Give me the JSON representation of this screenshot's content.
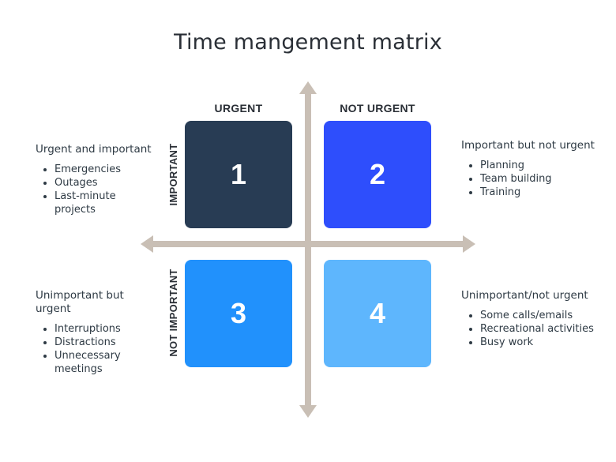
{
  "title": "Time mangement matrix",
  "axes": {
    "top": "URGENT",
    "top_right": "NOT URGENT",
    "left_top": "IMPORTANT",
    "left_bottom": "NOT IMPORTANT"
  },
  "quadrants": [
    {
      "number": "1",
      "color": "#283c54"
    },
    {
      "number": "2",
      "color": "#2e4efc"
    },
    {
      "number": "3",
      "color": "#2191fc"
    },
    {
      "number": "4",
      "color": "#5eb6fd"
    }
  ],
  "notes": [
    {
      "heading": "Urgent and important",
      "items": [
        "Emergencies",
        "Outages",
        "Last-minute projects"
      ]
    },
    {
      "heading": "Important but not urgent",
      "items": [
        "Planning",
        "Team building",
        "Training"
      ]
    },
    {
      "heading": "Unimportant but urgent",
      "items": [
        "Interruptions",
        "Distractions",
        "Unnecessary meetings"
      ]
    },
    {
      "heading": "Unimportant/not urgent",
      "items": [
        "Some calls/emails",
        "Recreational activities",
        "Busy work"
      ]
    }
  ],
  "colors": {
    "axis": "#c9bfb5",
    "text": "#2e3a44"
  }
}
